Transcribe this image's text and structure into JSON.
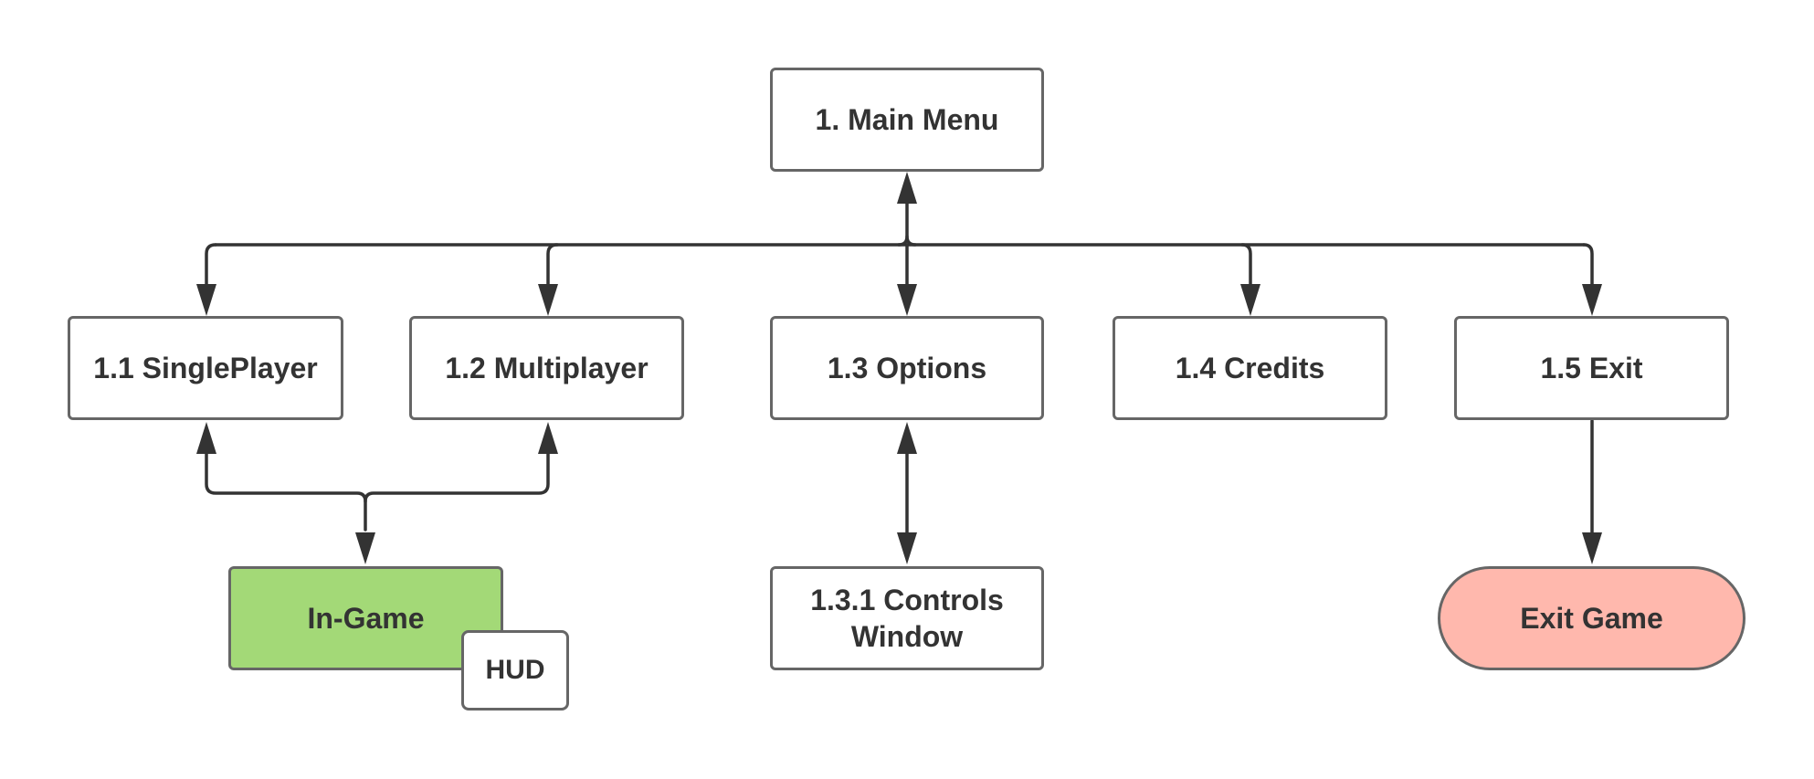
{
  "nodes": {
    "main_menu": "1. Main Menu",
    "singleplayer": "1.1 SinglePlayer",
    "multiplayer": "1.2 Multiplayer",
    "options": "1.3 Options",
    "credits": "1.4 Credits",
    "exit": "1.5 Exit",
    "in_game": "In-Game",
    "hud": "HUD",
    "controls_window_line1": "1.3.1 Controls",
    "controls_window_line2": "Window",
    "exit_game": "Exit Game"
  },
  "colors": {
    "border": "#666666",
    "connector": "#333333",
    "text": "#333333",
    "in_game_fill": "#a3d977",
    "exit_game_fill": "#ffb8ad",
    "default_fill": "#ffffff"
  }
}
